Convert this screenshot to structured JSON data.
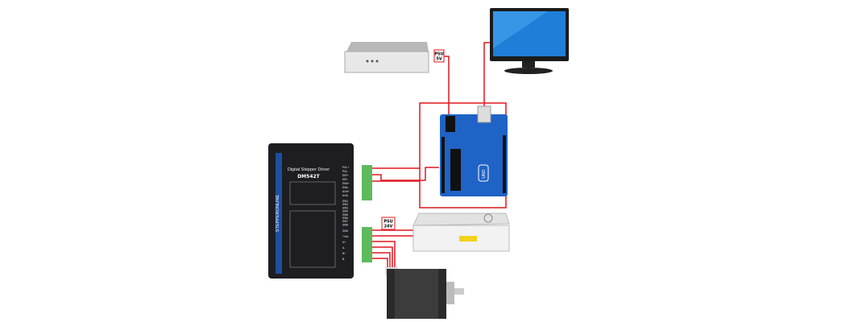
{
  "diagram": {
    "psu_small": {
      "label_line1": "PSU",
      "label_line2": "5V"
    },
    "psu_large": {
      "label_line1": "PSU",
      "label_line2": "24V"
    },
    "driver": {
      "brand": "STEPPERONLINE",
      "title": "Digital Stepper Driver",
      "model": "DM542T",
      "signal_terminals": [
        "PUL+",
        "PUL-",
        "DIR+",
        "DIR-",
        "ENA+",
        "ENA-",
        "ALM+",
        "ALM-"
      ],
      "switches": [
        "SW1",
        "SW2",
        "SW3",
        "SW4",
        "SW5",
        "SW6",
        "SW7",
        "SW8"
      ],
      "power_terminals": [
        "GND",
        "+Vdc",
        "A+",
        "A-",
        "B+",
        "B-"
      ]
    },
    "arduino": {
      "label": "UNO"
    },
    "colors": {
      "wire": "#e0161e",
      "terminal": "#5dbb5d",
      "board": "#1f63c6",
      "driver": "#1e1e22"
    }
  }
}
